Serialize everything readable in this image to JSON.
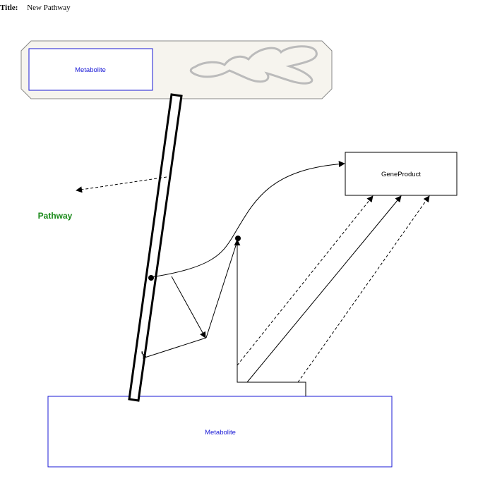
{
  "header": {
    "title_label": "Title:",
    "title_value": "New Pathway"
  },
  "nodes": {
    "metabolite_top": "Metabolite",
    "metabolite_bottom": "Metabolite",
    "gene_product": "GeneProduct",
    "pathway": "Pathway"
  },
  "colors": {
    "metabolite": "#1a1ad6",
    "pathway": "#1a8a1a",
    "cell_fill": "#f6f4ee",
    "cell_stroke": "#888888",
    "organelle": "#bbbbbb"
  }
}
